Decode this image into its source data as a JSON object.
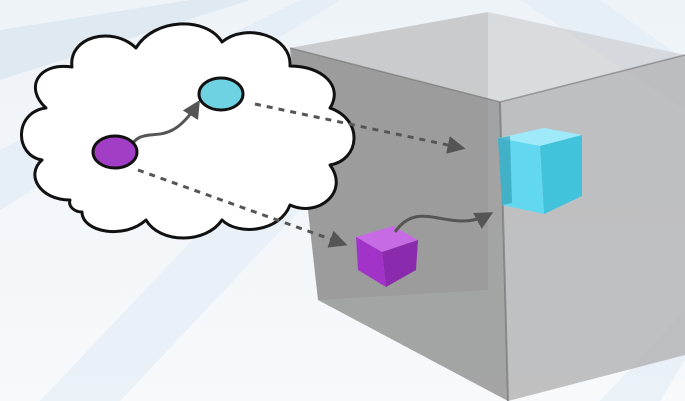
{
  "diagram": {
    "colors": {
      "background": "#f2f5f8",
      "background_rays": "#d9e6f1",
      "cloud_fill": "#ffffff",
      "outline": "#111111",
      "arrow": "#555555",
      "container_face": "#8e8e8e",
      "container_edge": "#707070",
      "node_cyan": "#6fd2e2",
      "node_purple": "#a23ec5",
      "cube_cyan": "#62d8f0",
      "cube_purple": "#a233c8"
    },
    "elements": {
      "cloud": "thought-cloud",
      "container": "translucent-cube",
      "node_a": "purple-circle",
      "node_b": "cyan-circle",
      "cube_a": "purple-cube",
      "cube_b": "cyan-cube"
    }
  }
}
